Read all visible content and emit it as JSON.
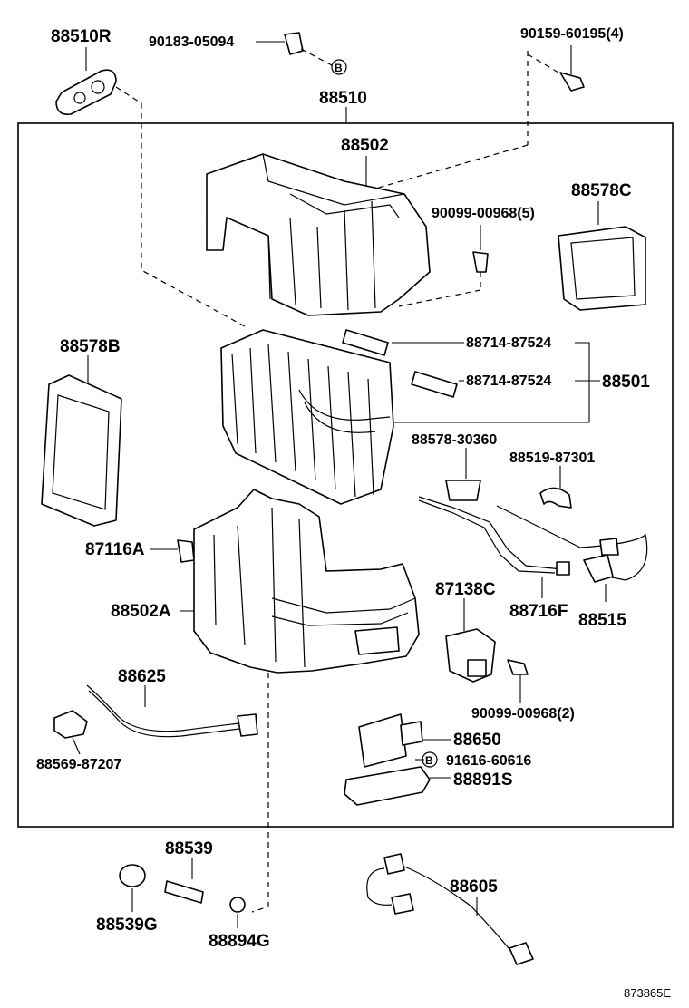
{
  "parts": {
    "p88510R": "88510R",
    "p90183": "90183-05094",
    "p90159": "90159-60195(4)",
    "p88510": "88510",
    "p88502": "88502",
    "p88578C": "88578C",
    "p90099_5": "90099-00968(5)",
    "p88578B": "88578B",
    "p88714a": "88714-87524",
    "p88714b": "88714-87524",
    "p88501": "88501",
    "p88578_30360": "88578-30360",
    "p88519": "88519-87301",
    "p87116A": "87116A",
    "p87138C": "87138C",
    "p88502A": "88502A",
    "p88716F": "88716F",
    "p88515": "88515",
    "p88625": "88625",
    "p90099_2": "90099-00968(2)",
    "p88569": "88569-87207",
    "p88650": "88650",
    "p91616": "91616-60616",
    "p88891S": "88891S",
    "p88539": "88539",
    "p88605": "88605",
    "p88539G": "88539G",
    "p88894G": "88894G",
    "markerB1": "B",
    "markerB2": "B"
  },
  "figure_code": "873865E"
}
